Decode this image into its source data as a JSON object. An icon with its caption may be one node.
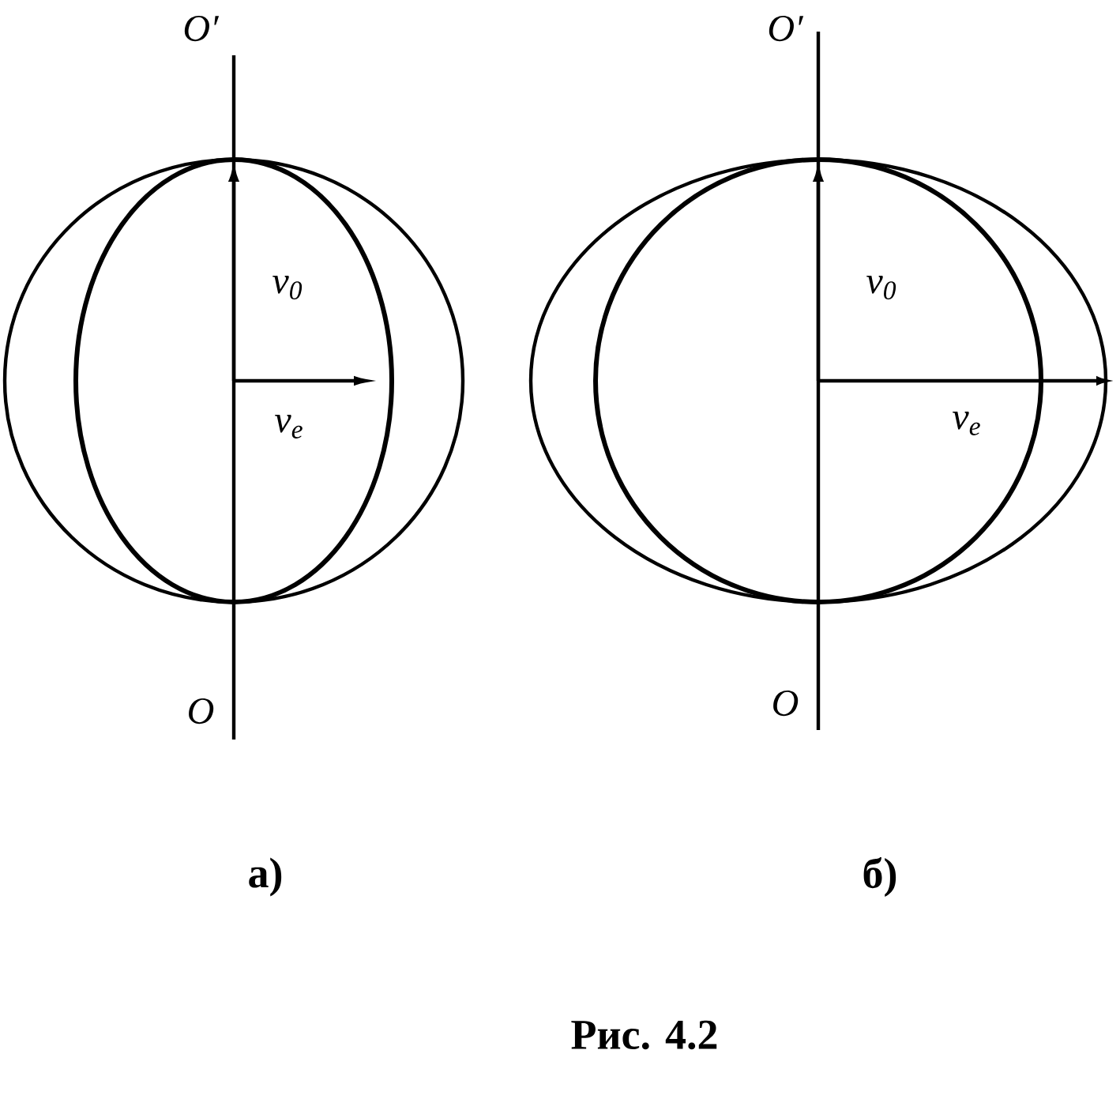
{
  "diagram": {
    "caption": "Рис. 4.2",
    "labels": [
      "O′",
      "O′",
      "v$_{0}$",
      "v$_{0}$",
      "v$_{e}$",
      "v$_{e}$",
      "O",
      "O",
      "а)",
      "б)"
    ]
  }
}
